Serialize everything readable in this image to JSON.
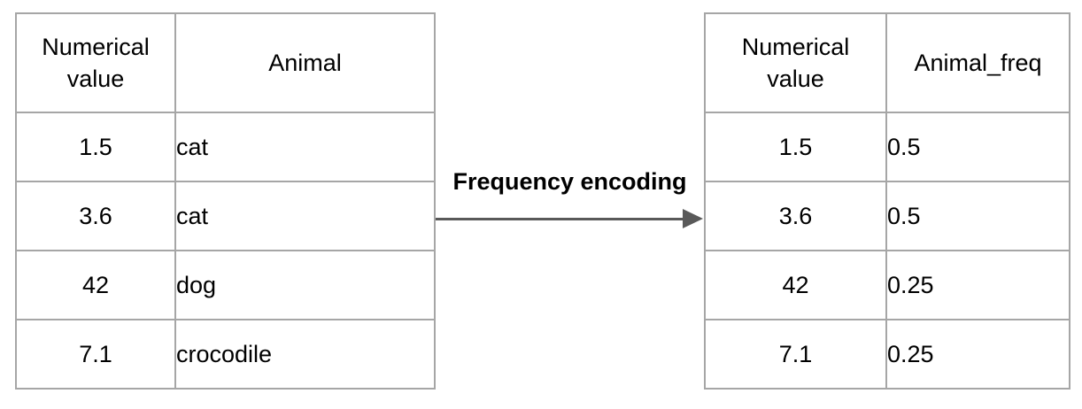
{
  "diagram": {
    "arrow_label": "Frequency encoding",
    "arrow_color": "#595959",
    "table_border_color": "#a6a6a6",
    "text_color": "#000000",
    "background_color": "#ffffff"
  },
  "left_table": {
    "headers": [
      "Numerical\nvalue",
      "Animal"
    ],
    "rows": [
      [
        "1.5",
        "cat"
      ],
      [
        "3.6",
        "cat"
      ],
      [
        "42",
        "dog"
      ],
      [
        "7.1",
        "crocodile"
      ]
    ]
  },
  "right_table": {
    "headers": [
      "Numerical\nvalue",
      "Animal_freq"
    ],
    "rows": [
      [
        "1.5",
        "0.5"
      ],
      [
        "3.6",
        "0.5"
      ],
      [
        "42",
        "0.25"
      ],
      [
        "7.1",
        "0.25"
      ]
    ]
  }
}
